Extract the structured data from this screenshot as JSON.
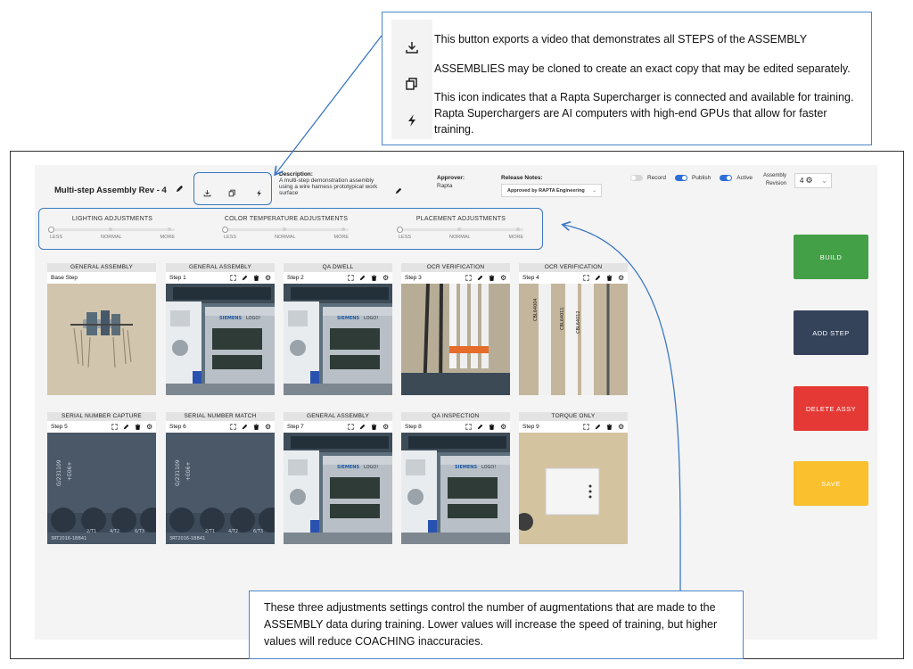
{
  "callout_top": {
    "lines": [
      "This button exports a video that demonstrates all STEPS of the ASSEMBLY",
      "ASSEMBLIES may be cloned to create an exact copy that may be edited separately.",
      "This icon indicates that a Rapta Supercharger is connected and available for training.",
      "Rapta Superchargers are AI computers with high-end GPUs that allow for faster",
      "training."
    ],
    "icons": [
      "download-icon",
      "clone-icon",
      "lightning-icon"
    ]
  },
  "callout_bottom": {
    "lines": [
      "These three adjustments settings control the number of augmentations that are made to the",
      "ASSEMBLY data during training. Lower values will increase the speed of training, but higher",
      "values will reduce COACHING inaccuracies."
    ]
  },
  "header": {
    "title": "Multi-step Assembly Rev - 4",
    "description_label": "Description:",
    "description_lines": [
      "A multi-step demonstration assembly",
      "using a wire harness prototypical work",
      "surface"
    ],
    "approver_label": "Approver:",
    "approver_value": "Rapta",
    "release_notes_label": "Release Notes:",
    "release_notes_value": "Approved by RAPTA Engineering",
    "record_label": "Record",
    "publish_label": "Publish",
    "active_label": "Active",
    "revision_label_1": "Assembly",
    "revision_label_2": "Revision",
    "revision_value": "4",
    "record_on": false,
    "publish_on": true,
    "active_on": true
  },
  "adjustments": [
    {
      "title": "LIGHTING ADJUSTMENTS",
      "less": "LESS",
      "normal": "NORMAL",
      "more": "MORE",
      "level": 0
    },
    {
      "title": "COLOR TEMPERATURE ADJUSTMENTS",
      "less": "LESS",
      "normal": "NORMAL",
      "more": "MORE",
      "level": 0
    },
    {
      "title": "PLACEMENT ADJUSTMENTS",
      "less": "LESS",
      "normal": "NORMAL",
      "more": "MORE",
      "level": 0
    }
  ],
  "steps": [
    {
      "header": "GENERAL ASSEMBLY",
      "label": "Base Step"
    },
    {
      "header": "GENERAL ASSEMBLY",
      "label": "Step 1"
    },
    {
      "header": "QA DWELL",
      "label": "Step 2"
    },
    {
      "header": "OCR VERIFICATION",
      "label": "Step 3"
    },
    {
      "header": "OCR VERIFICATION",
      "label": "Step 4"
    },
    {
      "header": "SERIAL NUMBER CAPTURE",
      "label": "Step 5"
    },
    {
      "header": "SERIAL NUMBER MATCH",
      "label": "Step 6"
    },
    {
      "header": "GENERAL ASSEMBLY",
      "label": "Step 7"
    },
    {
      "header": "QA INSPECTION",
      "label": "Step 8"
    },
    {
      "header": "TORQUE ONLY",
      "label": "Step 9"
    }
  ],
  "photo_text": {
    "siemens": "SIEMENS",
    "logo": "LOGO!",
    "cbl_1": "CBL64004",
    "cbl_2": "CBL64011",
    "cbl_3": "CBL64012",
    "serial_1": "G/231109",
    "serial_2": "+E06+",
    "serial_3": "2/T1",
    "serial_4": "4/T2",
    "serial_5": "6/T3",
    "serial_6": "3RT2016-1BB41"
  },
  "buttons": {
    "build": "BUILD",
    "add_step": "ADD STEP",
    "delete_assy": "DELETE ASSY",
    "save": "SAVE"
  },
  "colors": {
    "build": "#43a047",
    "add_step": "#34425a",
    "delete_assy": "#e53935",
    "save": "#fbc02d",
    "highlight": "#3b78c0",
    "toggle_on": "#2d6fd6"
  }
}
